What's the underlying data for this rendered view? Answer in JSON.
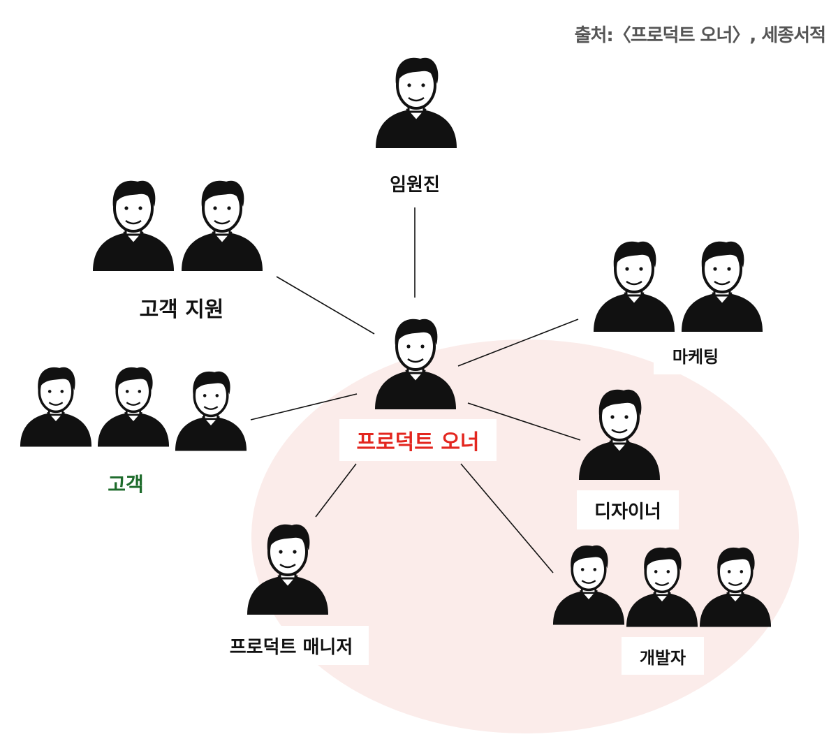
{
  "source": "출처:〈프로덕트 오너〉, 세종서적",
  "colors": {
    "accent_red": "#e3261f",
    "customer_green": "#1d6b2b",
    "bubble_pink": "#fbecea",
    "ink": "#111111"
  },
  "center": {
    "label": "프로덕트 오너",
    "icon": "woman-with-glasses-avatar-icon"
  },
  "nodes": [
    {
      "id": "executives",
      "label": "임원진",
      "icons": [
        "bearded-man-avatar-icon"
      ]
    },
    {
      "id": "customer-support",
      "label": "고객 지원",
      "icons": [
        "man-avatar-icon",
        "woman-curly-hair-avatar-icon"
      ]
    },
    {
      "id": "marketing",
      "label": "마케팅",
      "icons": [
        "woman-with-hat-avatar-icon",
        "man-with-glasses-avatar-icon"
      ]
    },
    {
      "id": "customers",
      "label": "고객",
      "icons": [
        "man-with-glasses-vest-avatar-icon",
        "man-jacket-avatar-icon",
        "bearded-man-jacket-avatar-icon"
      ]
    },
    {
      "id": "designer",
      "label": "디자이너",
      "icons": [
        "woman-checkered-shirt-avatar-icon"
      ]
    },
    {
      "id": "product-manager",
      "label": "프로덕트 매니저",
      "icons": [
        "young-man-avatar-icon"
      ]
    },
    {
      "id": "developers",
      "label": "개발자",
      "icons": [
        "man-henley-avatar-icon",
        "woman-curly-hair-earrings-avatar-icon",
        "woman-short-hair-avatar-icon"
      ]
    }
  ]
}
